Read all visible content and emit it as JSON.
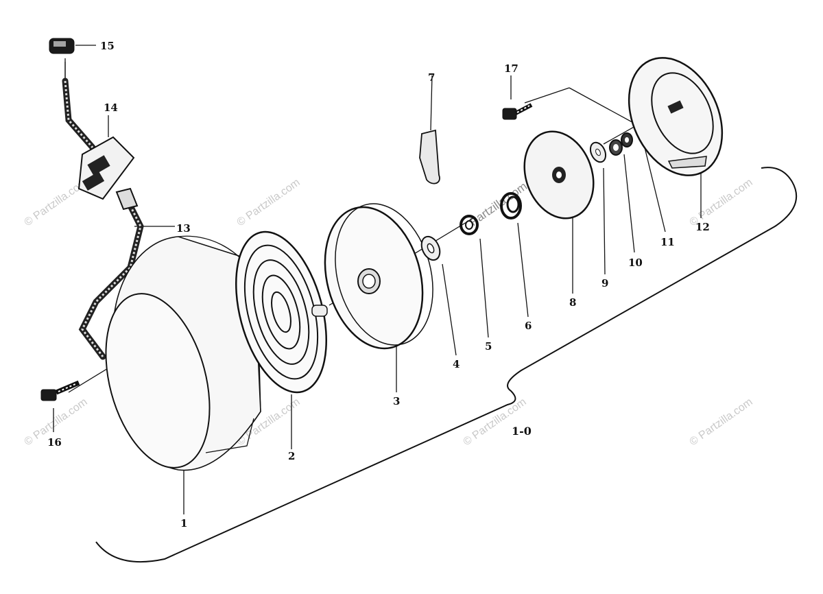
{
  "callouts": [
    {
      "id": "15",
      "text": "15"
    },
    {
      "id": "14",
      "text": "14"
    },
    {
      "id": "13",
      "text": "13"
    },
    {
      "id": "16",
      "text": "16"
    },
    {
      "id": "1",
      "text": "1"
    },
    {
      "id": "2",
      "text": "2"
    },
    {
      "id": "3",
      "text": "3"
    },
    {
      "id": "4",
      "text": "4"
    },
    {
      "id": "5",
      "text": "5"
    },
    {
      "id": "6",
      "text": "6"
    },
    {
      "id": "7",
      "text": "7"
    },
    {
      "id": "8",
      "text": "8"
    },
    {
      "id": "9",
      "text": "9"
    },
    {
      "id": "10",
      "text": "10"
    },
    {
      "id": "11",
      "text": "11"
    },
    {
      "id": "12",
      "text": "12"
    },
    {
      "id": "17",
      "text": "17"
    }
  ],
  "assembly_label": "1-0",
  "watermark": "© Partzilla.com",
  "inline_watermark": "Partzilla.com"
}
